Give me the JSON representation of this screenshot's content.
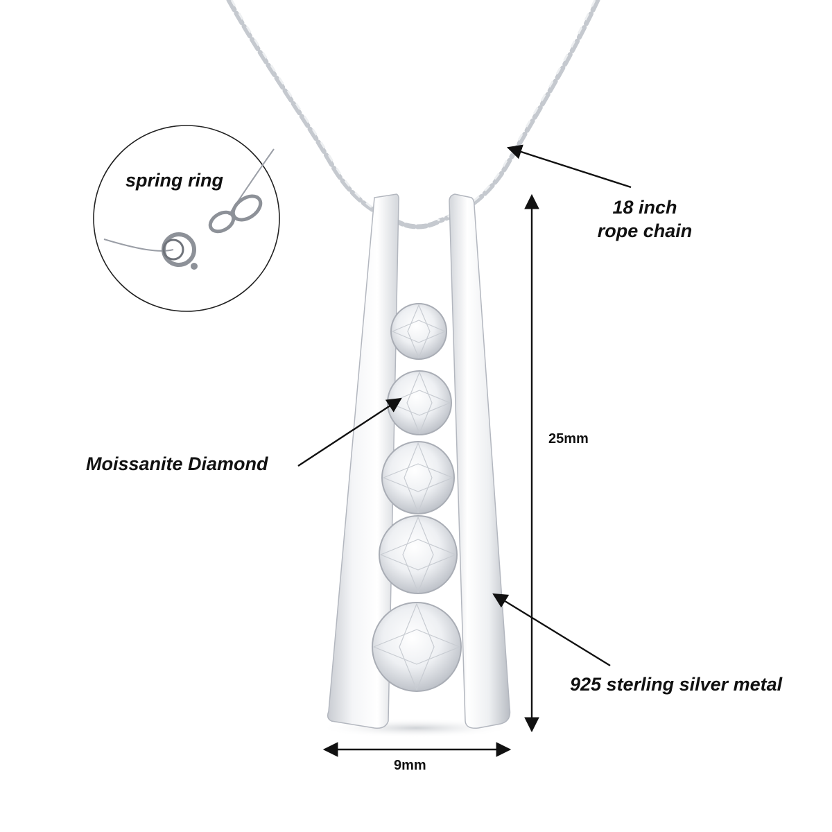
{
  "image": {
    "subject": "pendant-necklace-product-photo",
    "colors": {
      "background": "#ffffff",
      "metal": "#e4e6ea",
      "metal_shadow": "#b8bcc4",
      "annotation": "#111111"
    }
  },
  "labels": {
    "spring_ring": "spring ring",
    "chain_line1": "18 inch",
    "chain_line2": "rope chain",
    "stone": "Moissanite Diamond",
    "metal": "925 sterling silver metal",
    "height": "25mm",
    "width": "9mm"
  },
  "stones": {
    "count": 5
  }
}
